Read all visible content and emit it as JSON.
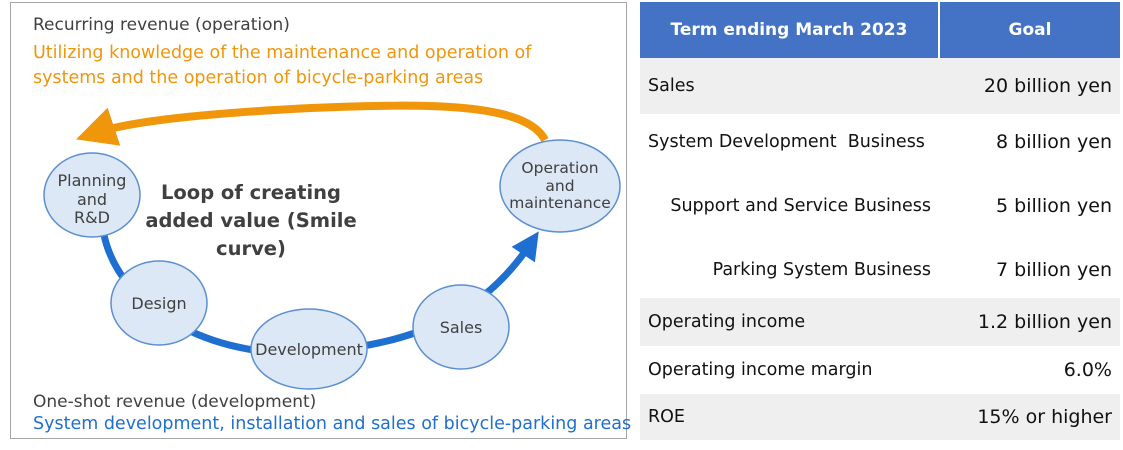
{
  "diagram": {
    "recurring_title": "Recurring revenue (operation)",
    "recurring_desc": "Utilizing knowledge of the maintenance and operation of systems and the operation of bicycle-parking areas",
    "oneshot_title": "One-shot revenue (development)",
    "oneshot_desc": "System development, installation and sales of bicycle-parking areas",
    "loop_title": "Loop of creating added value (Smile curve)",
    "nodes": {
      "planning": [
        "Planning",
        "and",
        "R&D"
      ],
      "design": "Design",
      "development": "Development",
      "sales": "Sales",
      "operation": [
        "Operation",
        "and",
        "maintenance"
      ]
    },
    "colors": {
      "recurring": "#f0960a",
      "oneshot": "#1f6fd1",
      "node_fill": "#dce8f5",
      "node_stroke": "#5b8fd1"
    }
  },
  "table": {
    "header": [
      "Term ending March 2023",
      "Goal"
    ],
    "rows": [
      {
        "label": "Sales",
        "value": "20 billion yen"
      },
      {
        "label": "System Development  Business",
        "value": "8 billion yen"
      },
      {
        "label": "Support and Service Business",
        "value": "5 billion yen"
      },
      {
        "label": "Parking System Business",
        "value": "7 billion yen"
      },
      {
        "label": "Operating income",
        "value": "1.2 billion yen"
      },
      {
        "label": "Operating income margin",
        "value": "6.0%"
      },
      {
        "label": "ROE",
        "value": "15% or higher"
      }
    ],
    "header_color": "#4472c4"
  }
}
